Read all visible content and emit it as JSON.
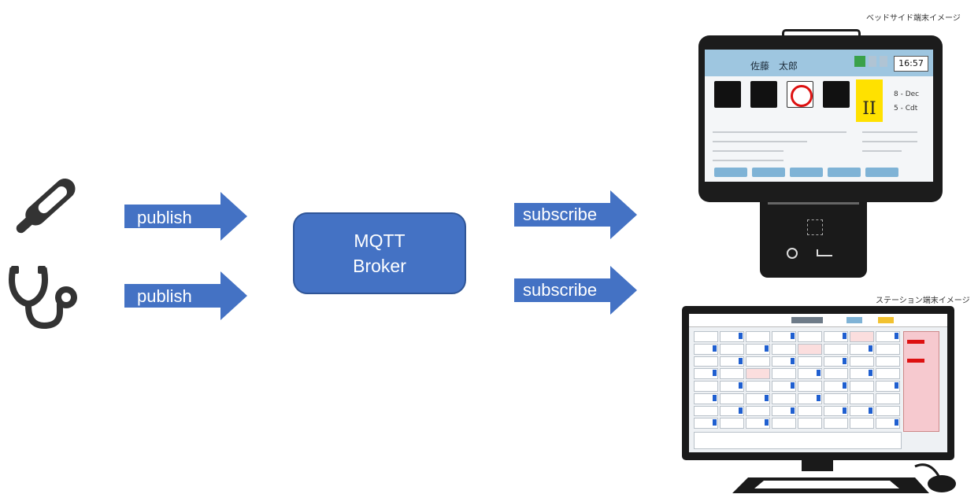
{
  "arrows": {
    "publish_1": "publish",
    "publish_2": "publish",
    "subscribe_1": "subscribe",
    "subscribe_2": "subscribe"
  },
  "broker": {
    "line1": "MQTT",
    "line2": "Broker"
  },
  "captions": {
    "bedside": "ベッドサイド端末イメージ",
    "station": "ステーション端末イメージ"
  },
  "tablet": {
    "patient_name": "佐藤　太郎",
    "time": "16:57",
    "warning_level": "II",
    "ward_1": "8 - Dec",
    "ward_2": "5 - Cdt"
  },
  "colors": {
    "arrow_blue": "#4472c4",
    "broker_blue": "#4472c4",
    "icon_dark": "#333333"
  },
  "icons": [
    "thermometer-icon",
    "stethoscope-icon"
  ]
}
